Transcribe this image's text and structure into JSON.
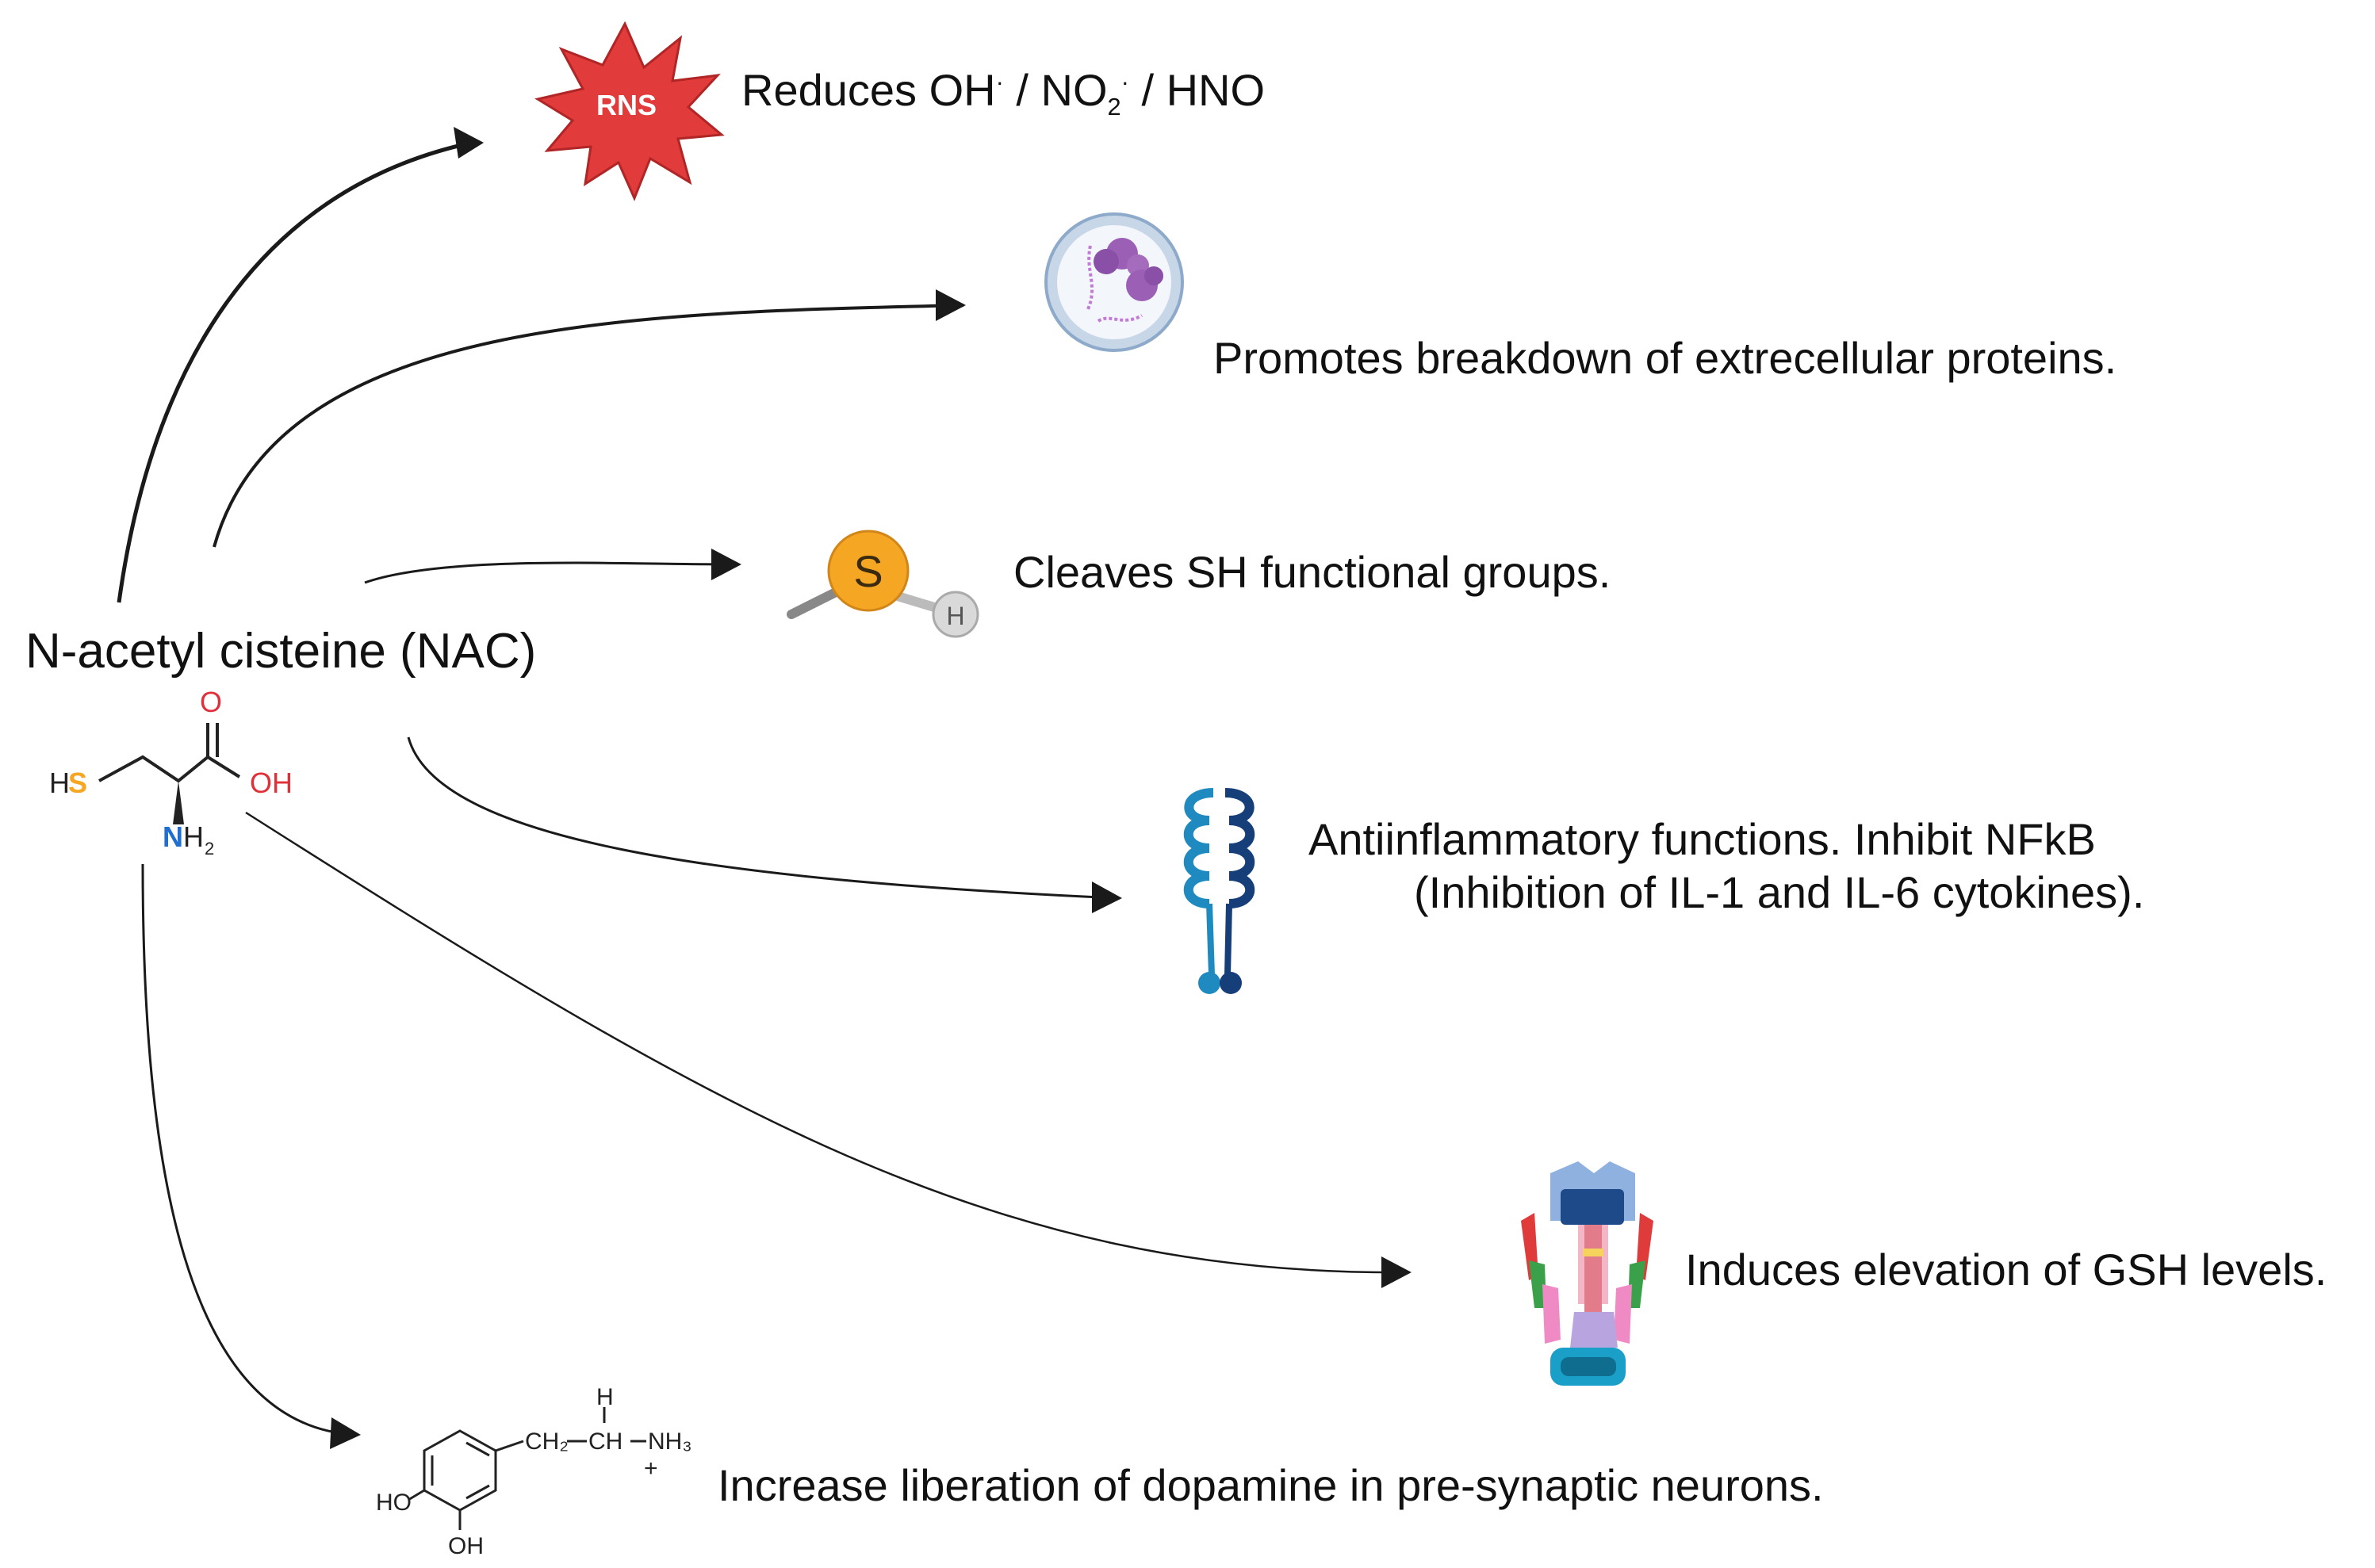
{
  "source": {
    "name": "N-acetyl cisteine (NAC)",
    "structure_atoms": {
      "sulfur_h": "H",
      "sulfur_s": "S",
      "oxygen": "O",
      "hydroxyl": "OH",
      "amine_n": "N",
      "amine_h": "H",
      "amine_sub": "2"
    }
  },
  "effects": {
    "rns": {
      "badge": "RNS",
      "text_prefix": "Reduces OH",
      "text_sup1": "·",
      "text_mid": " / NO",
      "text_sub": "2",
      "text_sup2": "·",
      "text_suffix": " / HNO",
      "icon": "rns-starburst-icon"
    },
    "proteins": {
      "text": "Promotes breakdown of extrecellular proteins.",
      "icon": "protein-cell-icon"
    },
    "sh": {
      "text": "Cleaves SH functional groups.",
      "atom_s": "S",
      "atom_h": "H",
      "icon": "sulfhydryl-icon"
    },
    "inflammation": {
      "line1": "Antiinflammatory functions. Inhibit NFkB",
      "line2": "(Inhibition of IL-1 and IL-6 cytokines).",
      "icon": "receptor-icon"
    },
    "gsh": {
      "text": "Induces elevation of GSH levels.",
      "icon": "gsh-enzyme-icon"
    },
    "dopamine": {
      "text": "Increase liberation of dopamine in pre-synaptic neurons.",
      "icon": "dopamine-structure-icon",
      "chem": {
        "ch2": "CH₂",
        "ch": "CH",
        "nh3": "NH₃",
        "h": "H",
        "plus": "+",
        "ho": "HO",
        "oh": "OH"
      }
    }
  },
  "colors": {
    "arrow": "#1a1a1a",
    "rns_fill": "#e23b3b",
    "sulfur": "#f5a623",
    "oxygen": "#e0313a",
    "nitrogen": "#1f6fd1",
    "protein_purple": "#9b5fb5",
    "receptor_light": "#1f8ac0",
    "receptor_dark": "#163f7a"
  }
}
